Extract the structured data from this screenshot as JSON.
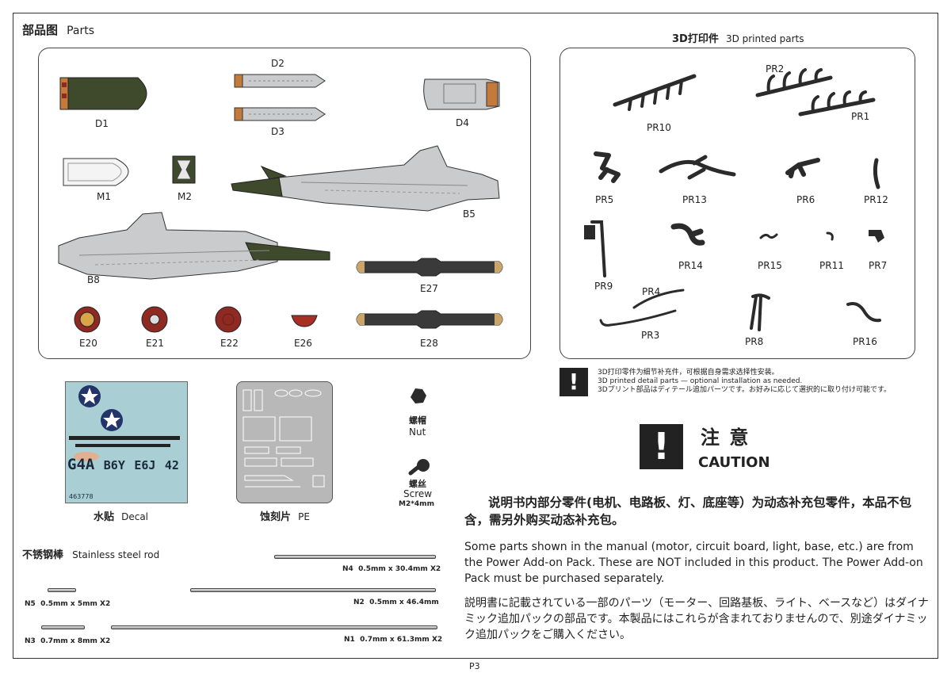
{
  "parts": {
    "title_zh": "部品图",
    "title_en": "Parts",
    "items": {
      "D1": "D1",
      "D2": "D2",
      "D3": "D3",
      "D4": "D4",
      "M1": "M1",
      "M2": "M2",
      "B5": "B5",
      "B8": "B8",
      "E27": "E27",
      "E28": "E28",
      "E20": "E20",
      "E21": "E21",
      "E22": "E22",
      "E26": "E26"
    }
  },
  "printed": {
    "title_zh": "3D打印件",
    "title_en": "3D printed parts",
    "items": {
      "PR1": "PR1",
      "PR2": "PR2",
      "PR3": "PR3",
      "PR4": "PR4",
      "PR5": "PR5",
      "PR6": "PR6",
      "PR7": "PR7",
      "PR8": "PR8",
      "PR9": "PR9",
      "PR10": "PR10",
      "PR11": "PR11",
      "PR12": "PR12",
      "PR13": "PR13",
      "PR14": "PR14",
      "PR15": "PR15",
      "PR16": "PR16"
    },
    "note_zh": "3D打印零件为细节补充件，可根据自身需求选择性安装。",
    "note_en": "3D printed detail parts — optional installation as needed.",
    "note_ja": "3Dプリント部品はディテール追加パーツです。お好みに応じて選択的に取り付け可能です。"
  },
  "decal": {
    "zh": "水贴",
    "en": "Decal",
    "codes": [
      "G4A",
      "B6Y",
      "E6J",
      "42"
    ],
    "serial": "463778"
  },
  "pe": {
    "zh": "蚀刻片",
    "en": "PE"
  },
  "nut": {
    "zh": "螺帽",
    "en": "Nut"
  },
  "screw": {
    "zh": "螺丝",
    "en": "Screw",
    "size": "M2*4mm"
  },
  "rods": {
    "title_zh": "不锈钢棒",
    "title_en": "Stainless steel rod",
    "n4": {
      "id": "N4",
      "spec": "0.5mm x 30.4mm X2"
    },
    "n5": {
      "id": "N5",
      "spec": "0.5mm x 5mm X2"
    },
    "n2": {
      "id": "N2",
      "spec": "0.5mm x 46.4mm"
    },
    "n3": {
      "id": "N3",
      "spec": "0.7mm x 8mm X2"
    },
    "n1": {
      "id": "N1",
      "spec": "0.7mm x 61.3mm X2"
    }
  },
  "caution": {
    "zh": "注 意",
    "en": "CAUTION",
    "text_zh": "说明书内部分零件(电机、电路板、灯、底座等）为动态补充包零件，本品不包含，需另外购买动态补充包。",
    "text_en": "Some parts shown in the manual (motor, circuit board, light, base, etc.) are from the Power Add-on Pack. These are NOT included in this product. The Power Add-on Pack must be purchased separately.",
    "text_ja": "説明書に記載されている一部のパーツ（モーター、回路基板、ライト、ベースなど）はダイナミック追加パックの部品です。本製品にはこれらが含まれておりませんので、別途ダイナミック追加パックをご購入ください。"
  },
  "page": "P3",
  "colors": {
    "olive": "#3f4a2c",
    "grey": "#c9cbcd",
    "maroon": "#8e2a22",
    "tan": "#c9a56a",
    "dark": "#2b2b2b"
  }
}
